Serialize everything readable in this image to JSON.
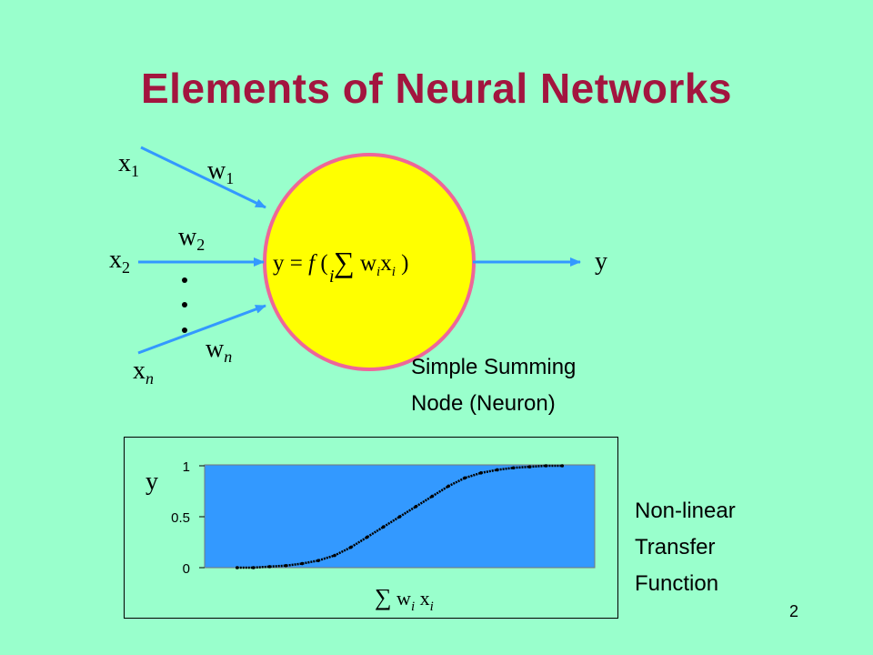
{
  "slide": {
    "title": "Elements of Neural Networks",
    "page_number": "2"
  },
  "neuron": {
    "inputs": [
      {
        "base": "x",
        "sub": "1",
        "sub_italic": false
      },
      {
        "base": "x",
        "sub": "2",
        "sub_italic": false
      },
      {
        "base": "x",
        "sub": "n",
        "sub_italic": true
      }
    ],
    "weights": [
      {
        "base": "w",
        "sub": "1",
        "sub_italic": false
      },
      {
        "base": "w",
        "sub": "2",
        "sub_italic": false
      },
      {
        "base": "w",
        "sub": "n",
        "sub_italic": true
      }
    ],
    "formula": {
      "y_eq": "y = ",
      "f": "f",
      "open": " ( ",
      "sigma": "∑",
      "w": " w",
      "i1": "i",
      "x": "x",
      "i2": "i",
      "close": " )",
      "below_i": "i"
    },
    "output": "y",
    "caption_line1": "Simple Summing",
    "caption_line2": "Node (Neuron)",
    "colors": {
      "node_fill": "#ffff00",
      "node_stroke": "#ee6699",
      "arrow": "#3399ff"
    }
  },
  "transfer": {
    "caption_line1": "Non-linear",
    "caption_line2": "Transfer",
    "caption_line3": "Function",
    "ylabel": "y",
    "xlabel": {
      "sigma": "∑",
      "w": "w",
      "i1": "i",
      "x": "x",
      "i2": "i"
    },
    "y_ticks": [
      "0",
      "0.5",
      "1"
    ]
  },
  "chart_data": {
    "type": "scatter",
    "title": "",
    "xlabel": "∑ wi xi",
    "ylabel": "y",
    "ylim": [
      0,
      1
    ],
    "xlim": [
      -6,
      6
    ],
    "grid": false,
    "series": [
      {
        "x": [
          -5.0,
          -4.5,
          -4.0,
          -3.5,
          -3.0,
          -2.5,
          -2.0,
          -1.5,
          -1.0,
          -0.5,
          0.0,
          0.5,
          1.0,
          1.5,
          2.0,
          2.5,
          3.0,
          3.5,
          4.0,
          4.5,
          5.0
        ],
        "y": [
          0.0,
          0.0,
          0.01,
          0.02,
          0.04,
          0.07,
          0.12,
          0.2,
          0.3,
          0.4,
          0.5,
          0.6,
          0.7,
          0.8,
          0.88,
          0.93,
          0.96,
          0.98,
          0.99,
          1.0,
          1.0
        ]
      }
    ],
    "colors": {
      "plot_bg": "#3399ff",
      "curve": "#000000",
      "frame_bg": "#99ffcc"
    }
  }
}
